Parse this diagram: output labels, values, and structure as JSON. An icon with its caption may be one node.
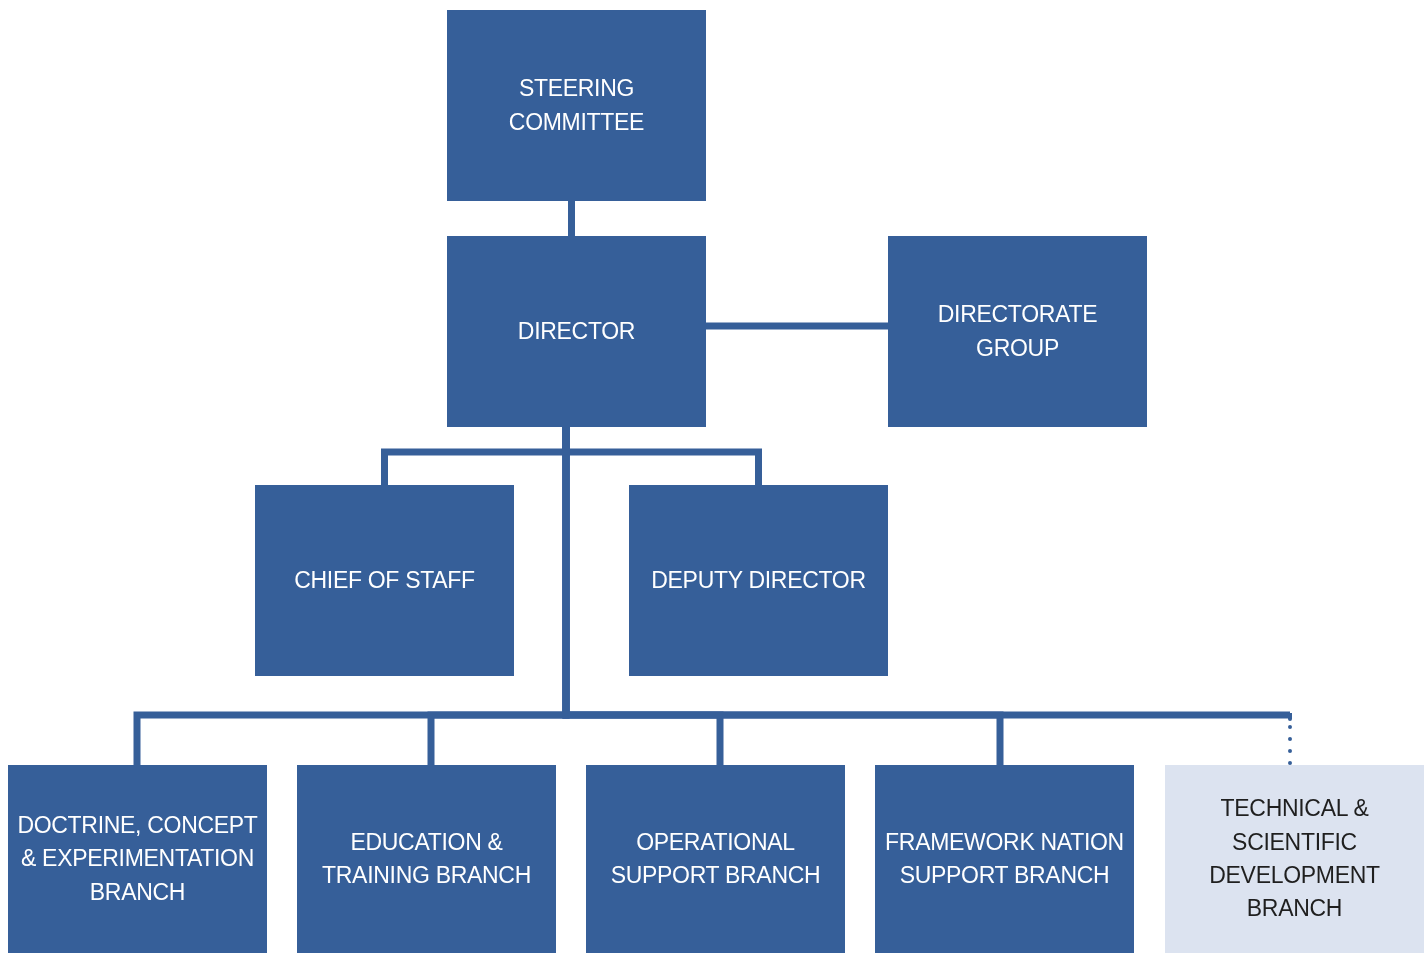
{
  "diagram": {
    "nodes": [
      {
        "text": [
          "STEERING COMMITTEE"
        ]
      },
      {
        "text": [
          "DIRECTOR"
        ]
      },
      {
        "text": [
          "DIRECTORATE GROUP"
        ]
      },
      {
        "text": [
          "CHIEF OF STAFF"
        ]
      },
      {
        "text": [
          "DEPUTY DIRECTOR"
        ]
      },
      {
        "text": [
          "DOCTRINE, CONCEPT & EXPERIMENTATION BRANCH"
        ]
      },
      {
        "text": [
          "EDUCATION & TRAINING BRANCH"
        ]
      },
      {
        "text": [
          "OPERATIONAL SUPPORT BRANCH"
        ]
      },
      {
        "text": [
          "FRAMEWORK NATION SUPPORT BRANCH"
        ]
      },
      {
        "text": [
          "TECHNICAL & SCIENTIFIC DEVELOPMENT BRANCH"
        ]
      }
    ],
    "edges": [
      {
        "from": 0,
        "to": 1,
        "arrow": "none"
      },
      {
        "from": 1,
        "to": 2,
        "arrow": "none"
      },
      {
        "from": 1,
        "to": 3,
        "arrow": "none"
      },
      {
        "from": 1,
        "to": 4,
        "arrow": "none"
      },
      {
        "from": 1,
        "to": 5,
        "arrow": "none"
      },
      {
        "from": 1,
        "to": 6,
        "arrow": "none"
      },
      {
        "from": 1,
        "to": 7,
        "arrow": "none"
      },
      {
        "from": 1,
        "to": 8,
        "arrow": "none"
      },
      {
        "from": 1,
        "to": 9,
        "arrow": "none",
        "style": "dashed"
      }
    ]
  }
}
